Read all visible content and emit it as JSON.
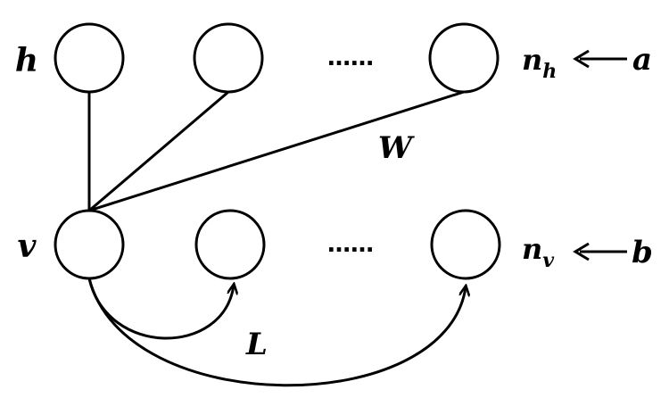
{
  "diagram": {
    "layer_labels": {
      "hidden": "h",
      "visible": "v"
    },
    "ellipsis": "……",
    "hidden_count_label": {
      "base": "n",
      "sub": "h"
    },
    "visible_count_label": {
      "base": "n",
      "sub": "v"
    },
    "hidden_bias_label": "a",
    "visible_bias_label": "b",
    "weight_label": "W",
    "lateral_label": "L",
    "colors": {
      "stroke": "#000000",
      "background": "#ffffff"
    }
  }
}
